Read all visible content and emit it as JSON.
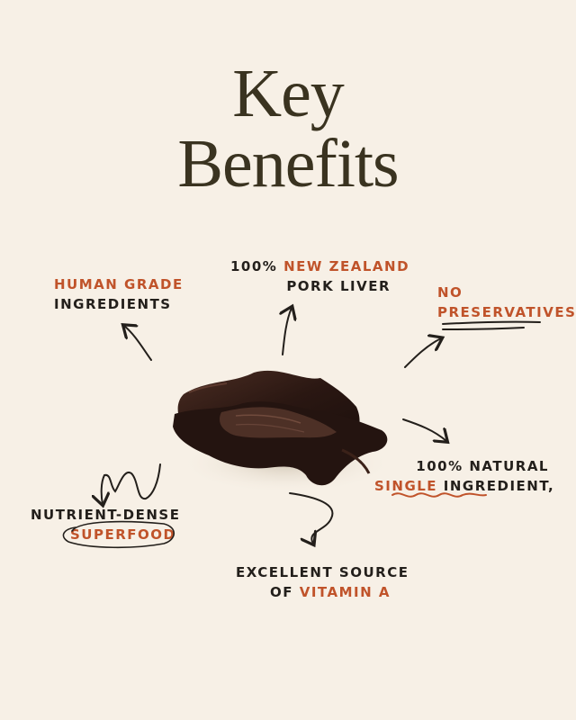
{
  "title": {
    "line1": "Key",
    "line2": "Benefits"
  },
  "colors": {
    "background": "#f7f0e6",
    "title": "#3a3320",
    "accent": "#c0532a",
    "text": "#231f1b"
  },
  "benefits": {
    "human_grade": {
      "accent": "HUMAN GRADE",
      "rest": "INGREDIENTS"
    },
    "nz_liver": {
      "prefix": "100% ",
      "accent": "NEW ZEALAND",
      "rest": "PORK LIVER"
    },
    "preservatives": {
      "accent1": "NO",
      "accent2": "PRESERVATIVES"
    },
    "natural": {
      "line1": "100% NATURAL",
      "accent": "SINGLE",
      "rest": " INGREDIENT,"
    },
    "nutrient": {
      "line1": "NUTRIENT-DENSE",
      "accent": "SUPERFOOD"
    },
    "vitamin": {
      "line1": "EXCELLENT SOURCE",
      "prefix": "OF ",
      "accent": "VITAMIN A"
    }
  },
  "icons": [
    "arrow-icon",
    "underline-scribble",
    "circle-scribble"
  ]
}
